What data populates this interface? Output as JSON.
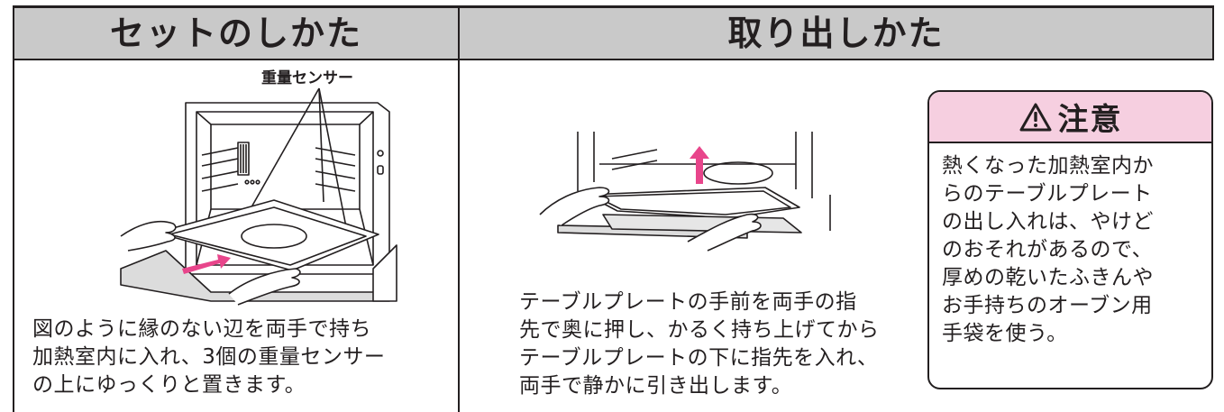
{
  "set_section": {
    "title": "セットのしかた",
    "sensor_label": "重量センサー",
    "description_lines": [
      "図のように縁のない辺を両手で持ち",
      "加熱室内に入れ、3個の重量センサー",
      "の上にゆっくりと置きます。"
    ]
  },
  "remove_section": {
    "title": "取り出しかた",
    "description_lines": [
      "テーブルプレートの手前を両手の指",
      "先で奥に押し、かるく持ち上げてから",
      "テーブルプレートの下に指先を入れ、",
      "両手で静かに引き出します。"
    ]
  },
  "caution": {
    "title": "注意",
    "icon": "warning-triangle-icon",
    "body_lines": [
      "熱くなった加熱室内か",
      "らのテーブルプレート",
      "の出し入れは、やけど",
      "のおそれがあるので、",
      "厚めの乾いたふきんや",
      "お手持ちのオーブン用",
      "手袋を使う。"
    ]
  },
  "colors": {
    "header_bg": "#c9c9c9",
    "caution_header_bg": "#f6cfe0",
    "arrow_pink": "#e8458b",
    "line": "#231f20"
  }
}
